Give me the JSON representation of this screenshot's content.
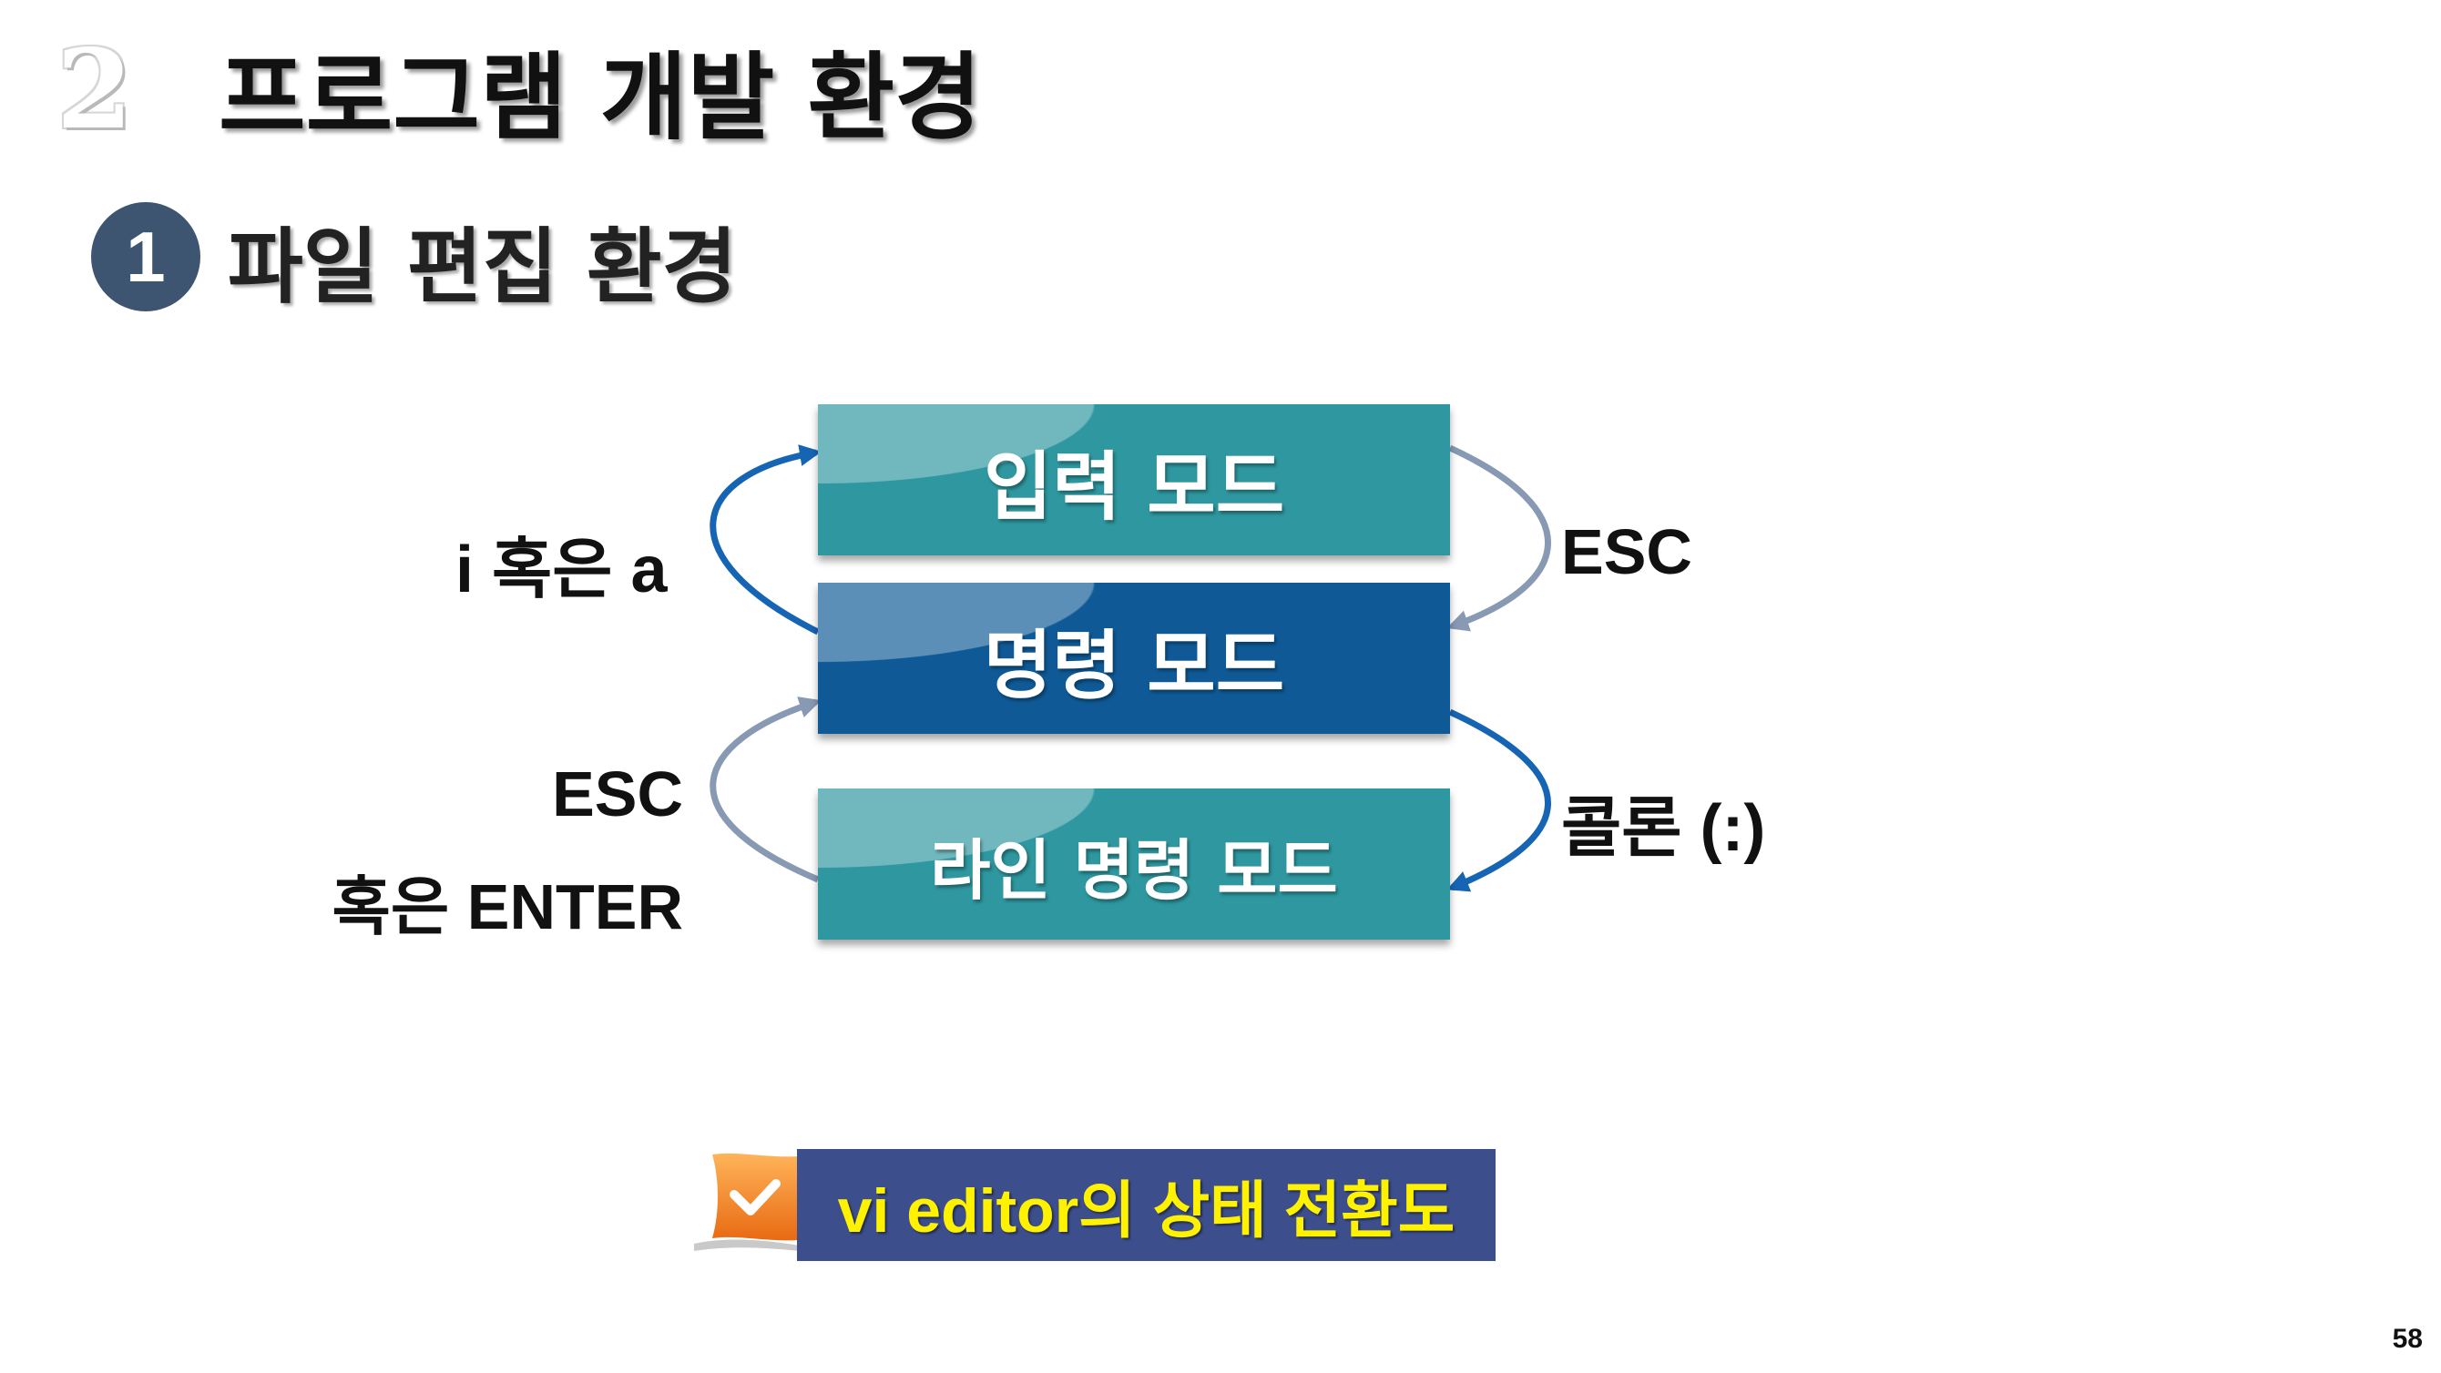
{
  "header": {
    "section_number": "2",
    "title": "프로그램 개발 환경"
  },
  "subsection": {
    "number": "1",
    "title": "파일 편집 환경"
  },
  "diagram": {
    "nodes": {
      "input_mode": "입력 모드",
      "command_mode": "명령 모드",
      "line_mode": "라인 명령 모드"
    },
    "edges": {
      "command_to_input": "i 혹은 a",
      "input_to_command": "ESC",
      "line_to_command_line1": "ESC",
      "line_to_command_line2": "혹은 ENTER",
      "command_to_line": "콜론 (:)"
    },
    "colors": {
      "teal_box": "#2e979f",
      "blue_box": "#0f5a96",
      "arrow_blue": "#1665b5",
      "arrow_gray": "#8799b3"
    }
  },
  "caption": {
    "icon": "check-ribbon-icon",
    "text": "vi editor의 상태 전환도"
  },
  "footer": {
    "page_number": "58"
  }
}
